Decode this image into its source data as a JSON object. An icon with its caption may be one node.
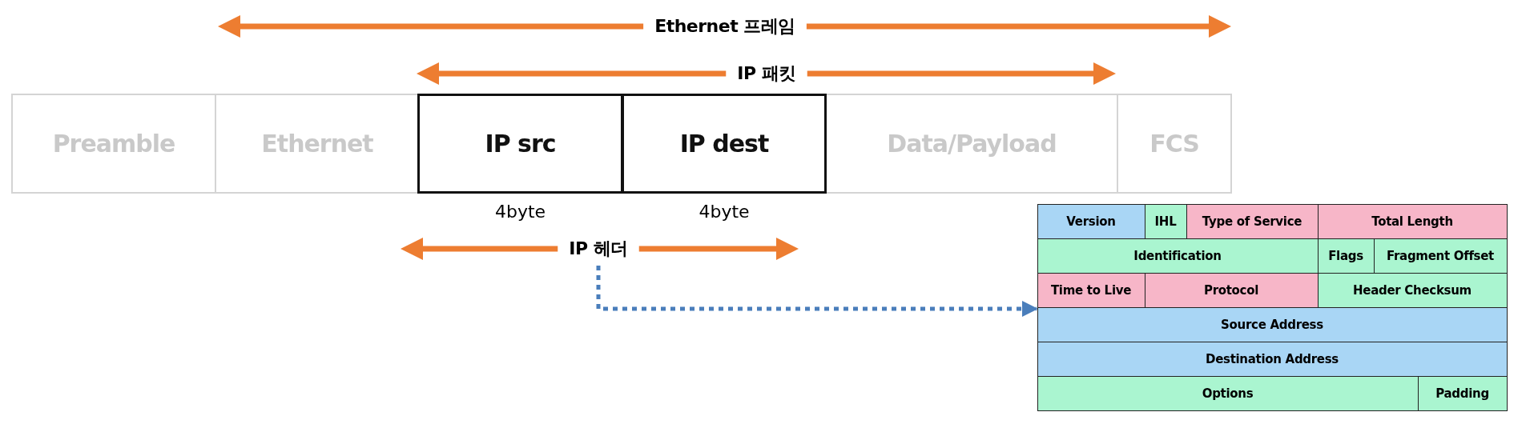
{
  "diagram": {
    "nodes": [
      {
        "text": [
          "Preamble"
        ]
      },
      {
        "text": [
          "Ethernet"
        ]
      },
      {
        "text": [
          "IP src"
        ],
        "beside": [
          "4byte"
        ]
      },
      {
        "text": [
          "IP dest"
        ],
        "beside": [
          "4byte"
        ]
      },
      {
        "text": [
          "Data/Payload"
        ]
      },
      {
        "text": [
          "FCS"
        ]
      },
      {
        "text": [
          "IP 헤더"
        ]
      },
      {
        "text": [],
        "shape": "box"
      },
      {
        "text": [
          "Version"
        ],
        "in": 7
      },
      {
        "text": [
          "IHL"
        ],
        "in": 7
      },
      {
        "text": [
          "Type of Service"
        ],
        "in": 7
      },
      {
        "text": [
          "Total Length"
        ],
        "in": 7
      },
      {
        "text": [
          "Identification"
        ],
        "in": 7
      },
      {
        "text": [
          "Flags"
        ],
        "in": 7
      },
      {
        "text": [
          "Fragment Offset"
        ],
        "in": 7
      },
      {
        "text": [
          "Time to Live"
        ],
        "in": 7
      },
      {
        "text": [
          "Protocol"
        ],
        "in": 7
      },
      {
        "text": [
          "Header Checksum"
        ],
        "in": 7
      },
      {
        "text": [
          "Source Address"
        ],
        "in": 7
      },
      {
        "text": [
          "Destination Address"
        ],
        "in": 7
      },
      {
        "text": [
          "Options"
        ],
        "in": 7
      },
      {
        "text": [
          "Padding"
        ],
        "in": 7
      }
    ],
    "edges": [
      {
        "from": 6,
        "to": 7,
        "arrow": "to",
        "style": "dashed",
        "color": "#4a7ebb"
      }
    ],
    "labels": [
      "Ethernet 프레임",
      "IP 패킷"
    ]
  }
}
